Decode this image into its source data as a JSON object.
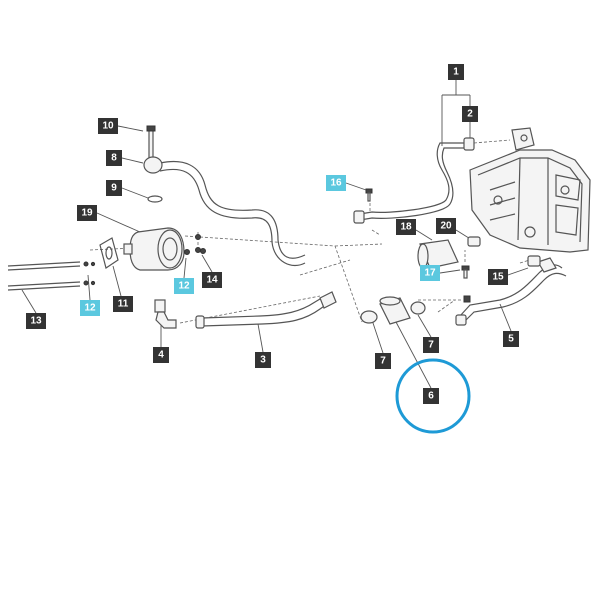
{
  "colors": {
    "callout_default_bg": "#333333",
    "callout_default_text": "#ffffff",
    "callout_highlight_bg": "#5bc8df",
    "callout_highlight_text": "#ffffff",
    "highlight_ring": "#1e9ad6"
  },
  "callouts": [
    {
      "label": "1",
      "highlight": false
    },
    {
      "label": "2",
      "highlight": false
    },
    {
      "label": "3",
      "highlight": false
    },
    {
      "label": "4",
      "highlight": false
    },
    {
      "label": "5",
      "highlight": false
    },
    {
      "label": "6",
      "highlight": false
    },
    {
      "label": "7",
      "highlight": false
    },
    {
      "label": "7",
      "highlight": false
    },
    {
      "label": "8",
      "highlight": false
    },
    {
      "label": "9",
      "highlight": false
    },
    {
      "label": "10",
      "highlight": false
    },
    {
      "label": "11",
      "highlight": false
    },
    {
      "label": "12",
      "highlight": true
    },
    {
      "label": "12",
      "highlight": true
    },
    {
      "label": "13",
      "highlight": false
    },
    {
      "label": "14",
      "highlight": false
    },
    {
      "label": "15",
      "highlight": false
    },
    {
      "label": "16",
      "highlight": true
    },
    {
      "label": "17",
      "highlight": true
    },
    {
      "label": "18",
      "highlight": false
    },
    {
      "label": "19",
      "highlight": false
    },
    {
      "label": "20",
      "highlight": false
    }
  ],
  "selected_part": "6"
}
